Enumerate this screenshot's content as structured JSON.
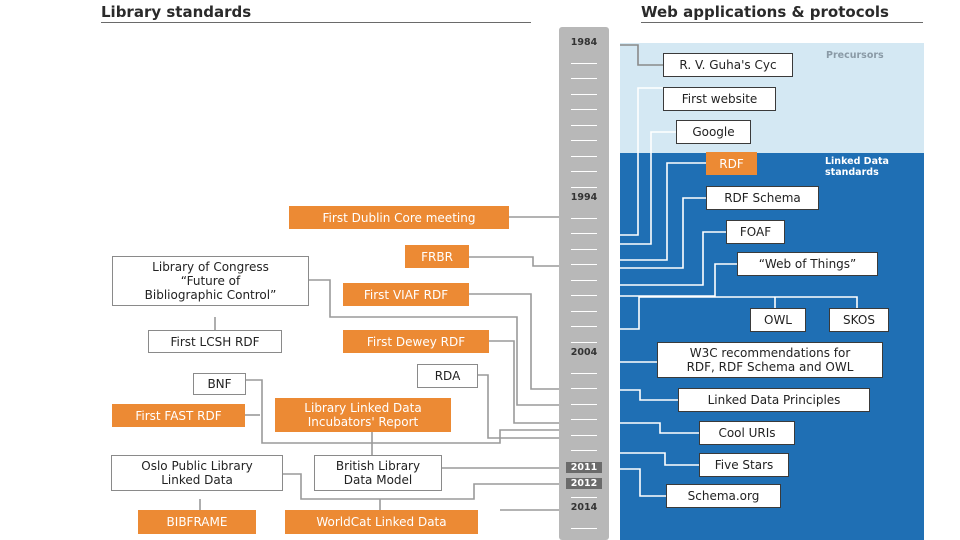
{
  "headers": {
    "left": "Library standards",
    "right": "Web applications & protocols"
  },
  "panels": {
    "precursors": "Precursors",
    "linked_data_standards": "Linked Data standards"
  },
  "timeline": {
    "year_1984": "1984",
    "year_1994": "1994",
    "year_2004": "2004",
    "year_2011": "2011",
    "year_2012": "2012",
    "year_2014": "2014"
  },
  "web": {
    "guha_cyc": "R. V. Guha's Cyc",
    "first_website": "First website",
    "google": "Google",
    "rdf": "RDF",
    "rdf_schema": "RDF Schema",
    "foaf": "FOAF",
    "web_of_things": "“Web of Things”",
    "owl": "OWL",
    "skos": "SKOS",
    "w3c_line1": "W3C recommendations for",
    "w3c_line2": "RDF, RDF Schema and OWL",
    "linked_data_principles": "Linked Data Principles",
    "cool_uris": "Cool URIs",
    "five_stars": "Five Stars",
    "schema_org": "Schema.org"
  },
  "library": {
    "dublin_core": "First Dublin Core meeting",
    "frbr": "FRBR",
    "loc_line1": "Library of Congress",
    "loc_line2": "“Future of",
    "loc_line3": "Bibliographic Control”",
    "viaf_rdf": "First VIAF RDF",
    "lcsh_rdf": "First LCSH RDF",
    "dewey_rdf": "First Dewey RDF",
    "bnf": "BNF",
    "rda": "RDA",
    "fast_rdf": "First FAST RDF",
    "incubator_line1": "Library Linked Data",
    "incubator_line2": "Incubators' Report",
    "oslo_line1": "Oslo Public Library",
    "oslo_line2": "Linked Data",
    "bl_line1": "British Library",
    "bl_line2": "Data Model",
    "bibframe": "BIBFRAME",
    "worldcat": "WorldCat Linked Data"
  },
  "colors": {
    "orange": "#ec8a34",
    "dark_blue": "#1f6fb4",
    "light_blue": "#d4e8f3",
    "timeline_gray": "#b8b8b8"
  }
}
